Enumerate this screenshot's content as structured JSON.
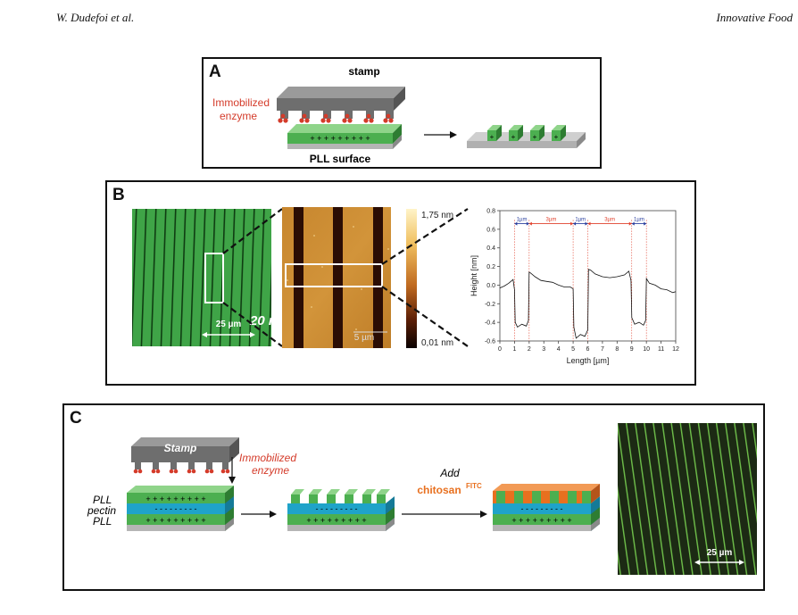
{
  "header": {
    "authors": "W. Dudefoi et al.",
    "journal": "Innovative Food"
  },
  "panel_a": {
    "letter": "A",
    "stamp_label": "stamp",
    "enzyme_label_1": "Immobilized",
    "enzyme_label_2": "enzyme",
    "surface_label": "PLL surface",
    "plus_row": "+ + + + + + + + +"
  },
  "panel_b": {
    "letter": "B",
    "scale_left": "25 µm",
    "scale_overlay": "20 m",
    "scale_mid": "5 µm",
    "colorbar_max": "1,75 nm",
    "colorbar_min": "0,01 nm",
    "chart": {
      "ylabel": "Height [nm]",
      "xlabel": "Length [µm]",
      "annotations": [
        "1µm",
        "3µm",
        "1µm",
        "3µm",
        "1µm"
      ]
    }
  },
  "panel_c": {
    "letter": "C",
    "stamp_label": "Stamp",
    "enzyme_label_1": "Immobilized",
    "enzyme_label_2": "enzyme",
    "layer_pll_top": "PLL",
    "layer_pectin": "pectin",
    "layer_pll_bottom": "PLL",
    "add_label": "Add",
    "chitosan_label": "chitosan",
    "chitosan_sup": "FITC",
    "scale_label": "25 µm",
    "plus_row": "+ + + + + + + + +",
    "minus_row": "- - - - - - - - -"
  },
  "chart_data": {
    "type": "line",
    "title": "",
    "xlabel": "Length [µm]",
    "ylabel": "Height [nm]",
    "xlim": [
      0,
      12
    ],
    "ylim": [
      -0.6,
      0.8
    ],
    "xticks": [
      0,
      1,
      2,
      3,
      4,
      5,
      6,
      7,
      8,
      9,
      10,
      11,
      12
    ],
    "yticks": [
      -0.6,
      -0.4,
      -0.2,
      0.0,
      0.2,
      0.4,
      0.6,
      0.8
    ],
    "series": [
      {
        "x": [
          0,
          0.3,
          0.6,
          0.9,
          1.0,
          1.05,
          1.2,
          1.5,
          1.8,
          1.95,
          2.0,
          2.1,
          2.4,
          2.8,
          3.2,
          3.6,
          4.0,
          4.4,
          4.8,
          5.0,
          5.05,
          5.2,
          5.5,
          5.8,
          6.0,
          6.05,
          6.2,
          6.5,
          7.0,
          7.5,
          8.0,
          8.5,
          8.8,
          8.95,
          9.0,
          9.2,
          9.5,
          9.8,
          9.95,
          10.0,
          10.2,
          10.6,
          11.0,
          11.4,
          11.8,
          12.0
        ],
        "y": [
          -0.03,
          -0.01,
          0.02,
          0.06,
          -0.05,
          -0.4,
          -0.45,
          -0.42,
          -0.44,
          -0.38,
          0.14,
          0.13,
          0.09,
          0.05,
          0.04,
          0.03,
          0.0,
          -0.02,
          -0.02,
          -0.04,
          -0.45,
          -0.57,
          -0.53,
          -0.55,
          -0.48,
          0.17,
          0.16,
          0.12,
          0.09,
          0.08,
          0.09,
          0.11,
          0.15,
          0.05,
          -0.35,
          -0.42,
          -0.4,
          -0.43,
          -0.38,
          0.07,
          0.02,
          0.0,
          -0.04,
          -0.05,
          -0.08,
          -0.07
        ]
      }
    ],
    "annotations": [
      {
        "text": "1µm",
        "x_range": [
          1,
          2
        ],
        "color": "#2a3f9e"
      },
      {
        "text": "3µm",
        "x_range": [
          2,
          5
        ],
        "color": "#e1402c"
      },
      {
        "text": "1µm",
        "x_range": [
          5,
          6
        ],
        "color": "#2a3f9e"
      },
      {
        "text": "3µm",
        "x_range": [
          6,
          9
        ],
        "color": "#e1402c"
      },
      {
        "text": "1µm",
        "x_range": [
          9,
          10
        ],
        "color": "#2a3f9e"
      }
    ]
  },
  "colors": {
    "green": "#4caf50",
    "green_dark": "#2e7d32",
    "stamp_gray": "#6e6e6e",
    "enzyme_red": "#d43b2a",
    "pectin_blue": "#1fa3c9",
    "chitosan_orange": "#e8701f",
    "afm_dark": "#2b0d04"
  }
}
